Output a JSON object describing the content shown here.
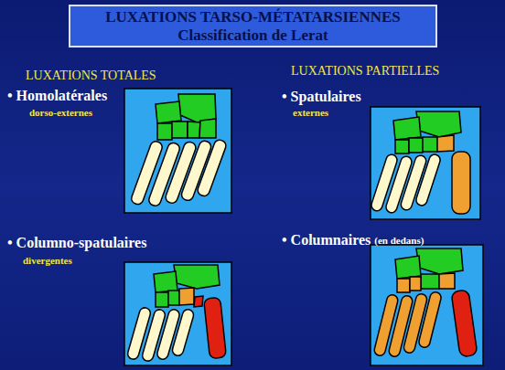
{
  "diagram": {
    "nodes": [
      {
        "text": [
          "LUXATIONS TARSO-MÉTATARSIENNES",
          "Classification  de Lerat"
        ]
      }
    ],
    "labels": [
      "LUXATIONS TOTALES",
      "LUXATIONS PARTIELLES",
      "• Homolatérales",
      "dorso-externes",
      "• Spatulaires",
      "externes",
      "• Columno-spatulaires",
      "divergentes",
      "• Columnaires",
      "(en dedans)"
    ]
  }
}
